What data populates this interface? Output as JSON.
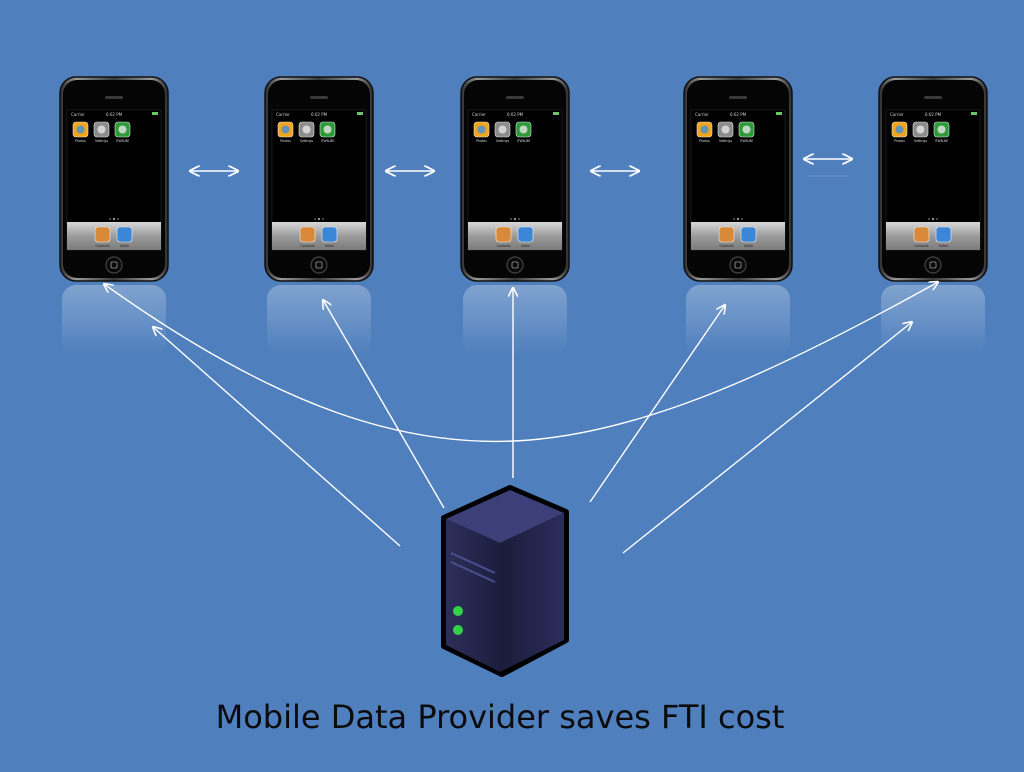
{
  "slide": {
    "caption": "Mobile Data Provider saves FTI cost",
    "background_color": "#4f7fbd"
  },
  "phone_screen": {
    "carrier": "Carrier",
    "time": "6:02 PM",
    "apps": [
      "Photos",
      "Settings",
      "iTWN-BE"
    ],
    "dock_apps": [
      "Contacts",
      "Safari"
    ]
  },
  "phones": [
    {
      "name": "phone-1"
    },
    {
      "name": "phone-2"
    },
    {
      "name": "phone-3"
    },
    {
      "name": "phone-4"
    },
    {
      "name": "phone-5"
    }
  ],
  "server": {
    "icon": "server-icon",
    "led_color": "#35d14a"
  },
  "connector_color": "#ffffff"
}
